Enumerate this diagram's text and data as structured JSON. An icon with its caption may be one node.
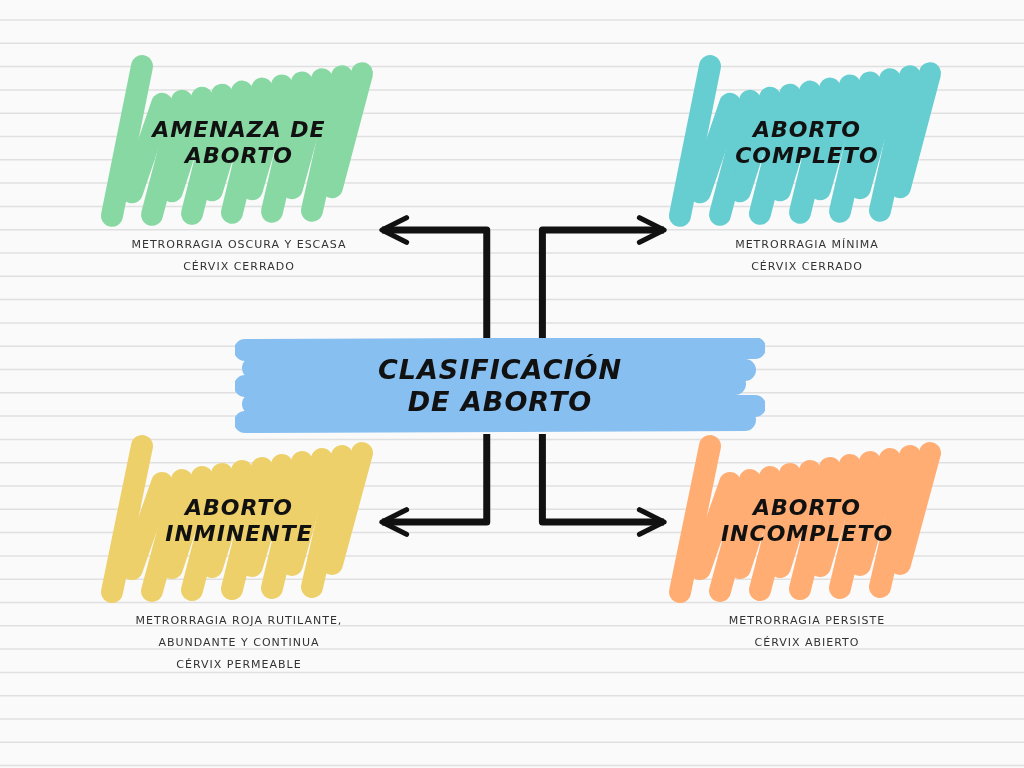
{
  "diagram": {
    "nodes": [
      {
        "text": [
          "CLASIFICACIÓN DE ABORTO"
        ]
      },
      {
        "text": [
          "AMENAZA DE ABORTO"
        ],
        "beside": [
          "METRORRAGIA OSCURA Y ESCASA",
          "CÉRVIX CERRADO"
        ]
      },
      {
        "text": [
          "ABORTO COMPLETO"
        ],
        "beside": [
          "METRORRAGIA MÍNIMA",
          "CÉRVIX CERRADO"
        ]
      },
      {
        "text": [
          "ABORTO INMINENTE"
        ],
        "beside": [
          "METRORRAGIA ROJA RUTILANTE, ABUNDANTE Y CONTINUA",
          "CÉRVIX PERMEABLE"
        ]
      },
      {
        "text": [
          "ABORTO INCOMPLETO"
        ],
        "beside": [
          "METRORRAGIA PERSISTE",
          "CÉRVIX ABIERTO"
        ]
      }
    ],
    "edges": [
      {
        "from": 0,
        "to": 1,
        "arrow": "to"
      },
      {
        "from": 0,
        "to": 2,
        "arrow": "to"
      },
      {
        "from": 0,
        "to": 3,
        "arrow": "to"
      },
      {
        "from": 0,
        "to": 4,
        "arrow": "to"
      }
    ]
  }
}
